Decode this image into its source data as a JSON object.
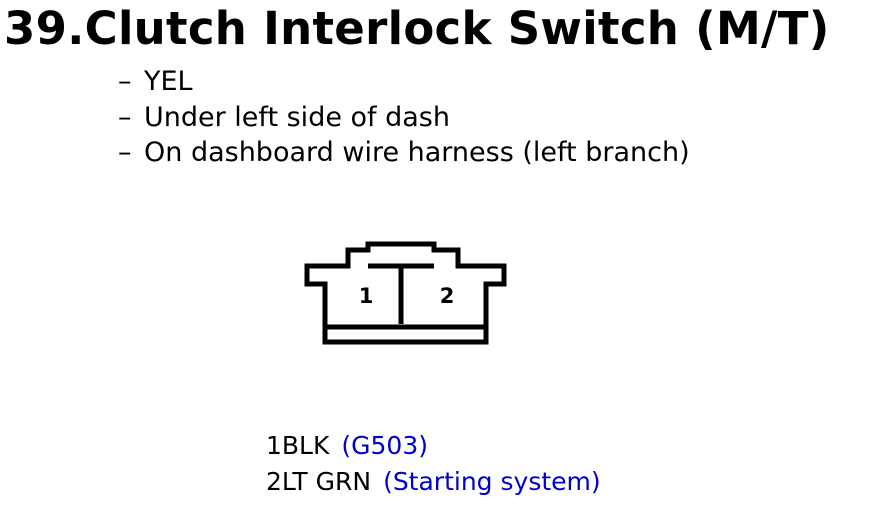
{
  "title": "39.Clutch Interlock Switch (M/T)",
  "bullets": [
    "YEL",
    "Under left side of dash",
    "On dashboard wire harness (left branch)"
  ],
  "bullet_marker": "–",
  "connector": {
    "terminals": [
      "1",
      "2"
    ]
  },
  "pins": [
    {
      "wire": "1BLK",
      "note": "(G503)"
    },
    {
      "wire": "2LT GRN",
      "note": "(Starting system)"
    }
  ],
  "colors": {
    "text": "#000000",
    "note": "#0000cc",
    "background": "#ffffff"
  }
}
